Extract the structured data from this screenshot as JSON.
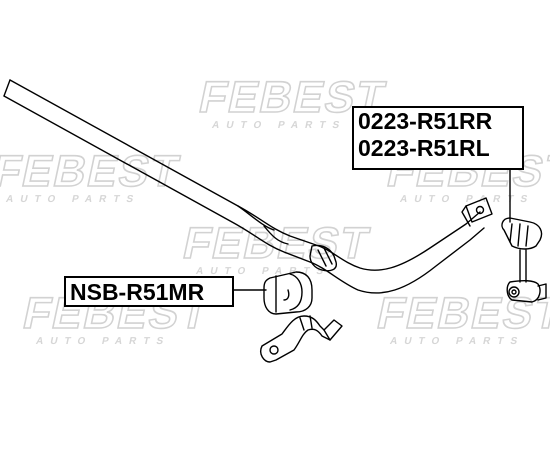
{
  "watermark": {
    "brand": "FEBEST",
    "subtitle": "AUTO PARTS"
  },
  "labels": {
    "link_rear_right": "0223-R51RR",
    "link_rear_left": "0223-R51RL",
    "bushing": "NSB-R51MR"
  },
  "colors": {
    "line": "#000000",
    "watermark": "#d2d2d2",
    "background": "#ffffff"
  }
}
